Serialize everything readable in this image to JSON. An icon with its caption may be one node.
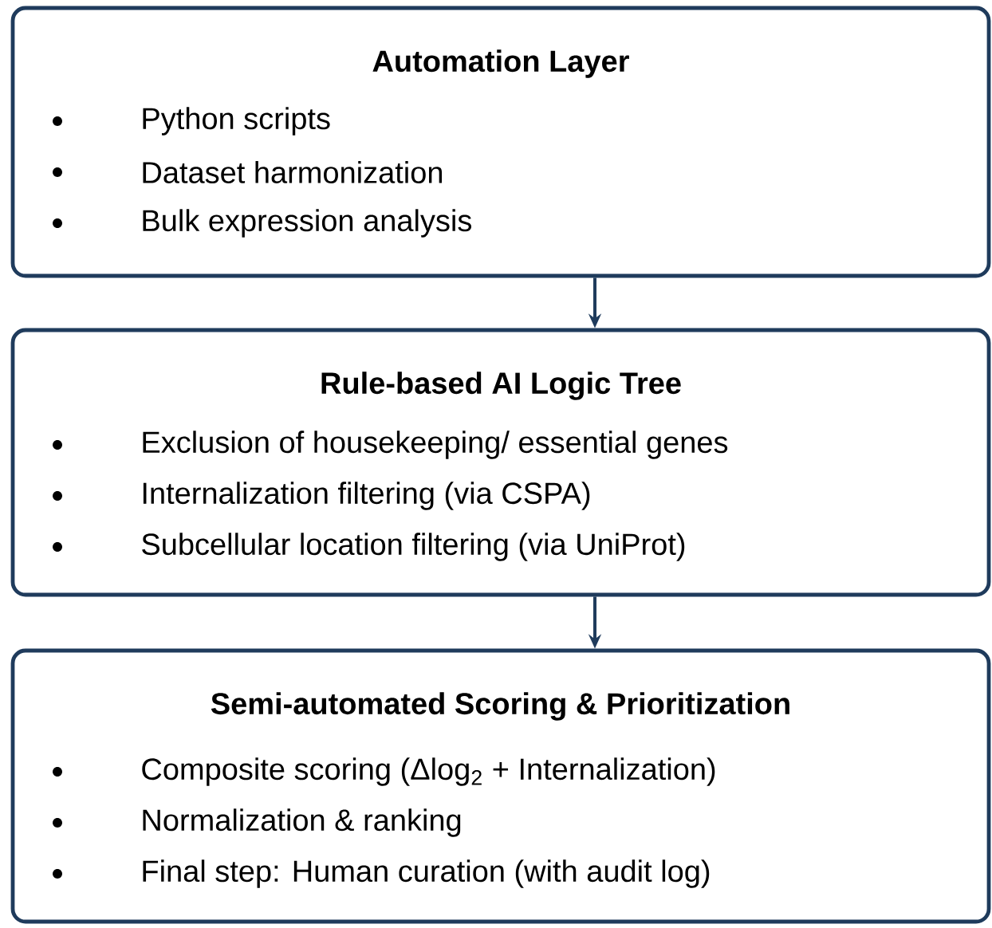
{
  "diagram": {
    "nodes": [
      {
        "text": [
          "Automation Layer",
          "Python scripts",
          "Dataset harmonization",
          "Bulk expression analysis"
        ]
      },
      {
        "text": [
          "Rule-based AI Logic Tree",
          "Exclusion of housekeeping/ essential genes",
          "Internalization filtering (via CSPA)",
          "Subcellular location filtering (via UniProt)"
        ]
      },
      {
        "text": [
          "Semi-automated Scoring & Prioritization",
          "Composite scoring (Δlog$_{2}$ + Internalization)",
          "Normalization & ranking",
          "Final step: Human curation (with audit log)"
        ]
      }
    ],
    "edges": [
      {
        "from": 0,
        "to": 1,
        "arrow": "to"
      },
      {
        "from": 1,
        "to": 2,
        "arrow": "to"
      }
    ]
  }
}
